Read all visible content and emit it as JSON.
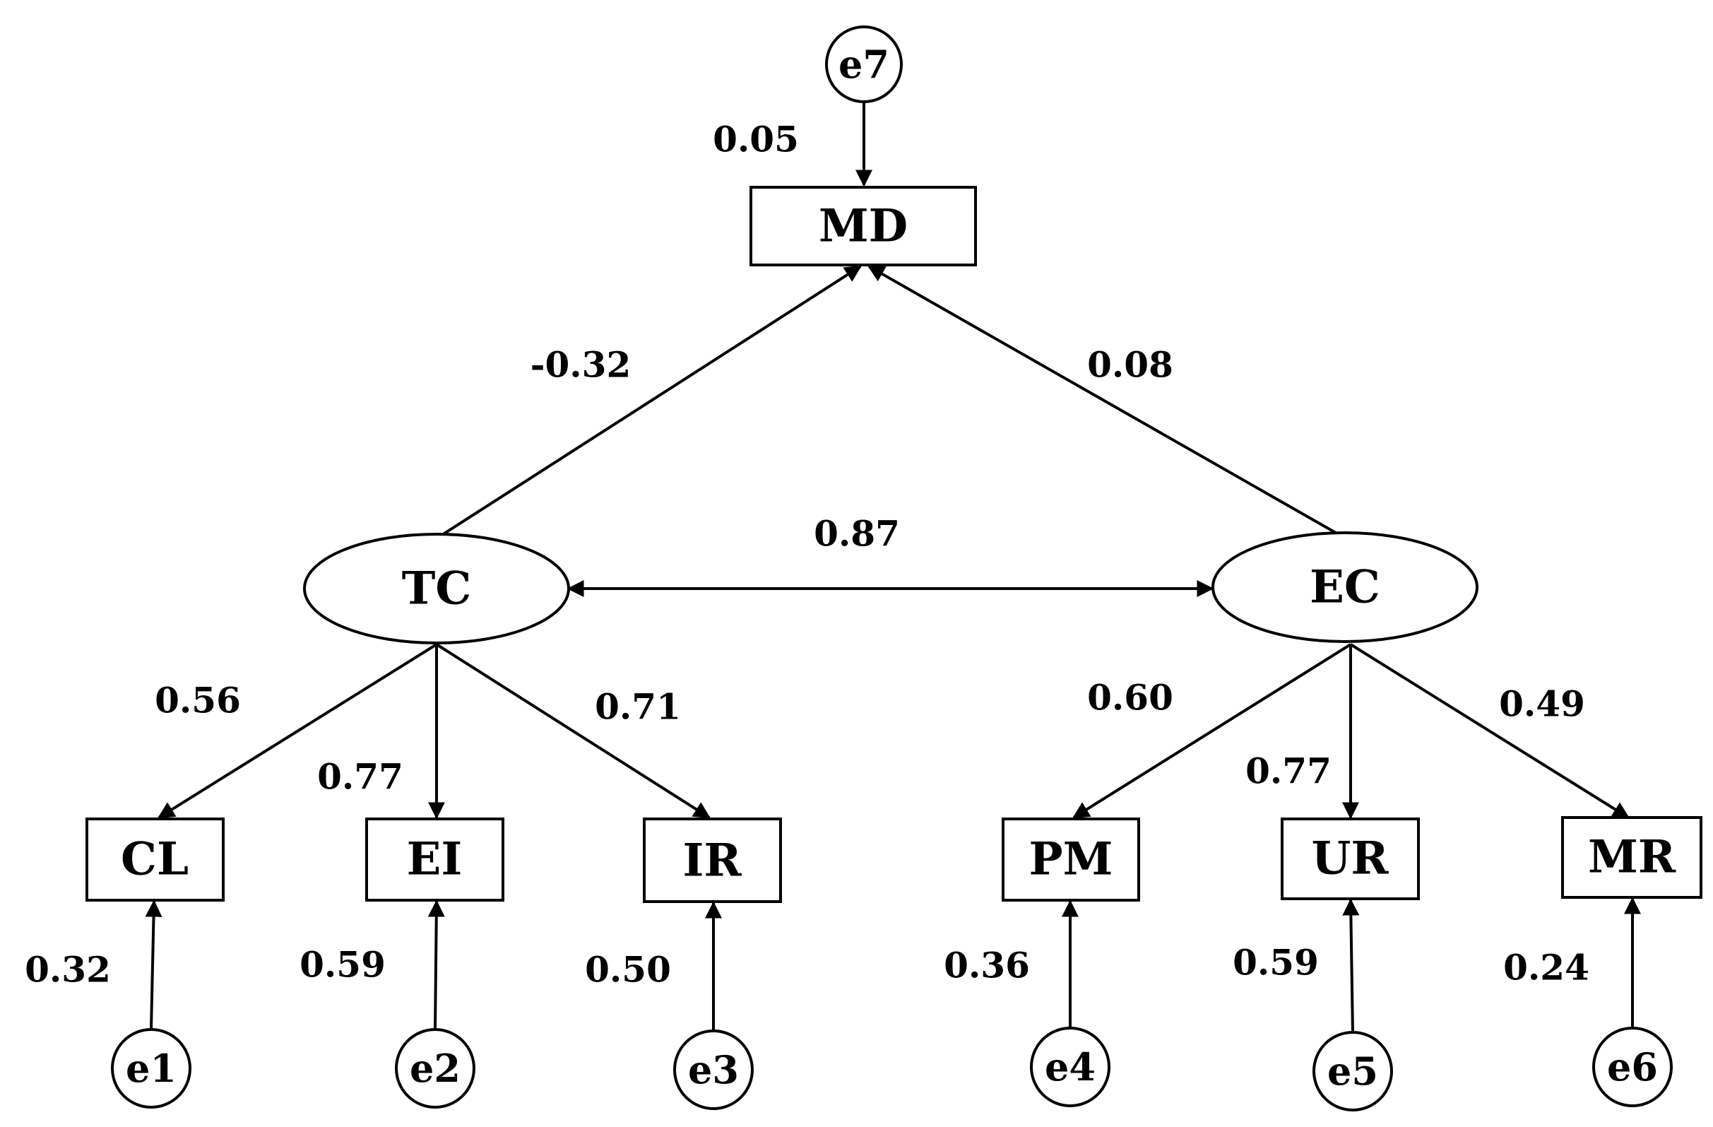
{
  "nodes": {
    "md": "MD",
    "tc": "TC",
    "ec": "EC",
    "cl": "CL",
    "ei": "EI",
    "ir": "IR",
    "pm": "PM",
    "ur": "UR",
    "mr": "MR"
  },
  "errors": {
    "e1": "e1",
    "e2": "e2",
    "e3": "e3",
    "e4": "e4",
    "e5": "e5",
    "e6": "e6",
    "e7": "e7"
  },
  "coefficients": {
    "e7_md": "0.05",
    "tc_md": "-0.32",
    "ec_md": "0.08",
    "tc_ec": "0.87",
    "tc_cl": "0.56",
    "tc_ei": "0.77",
    "tc_ir": "0.71",
    "ec_pm": "0.60",
    "ec_ur": "0.77",
    "ec_mr": "0.49",
    "e1_cl": "0.32",
    "e2_ei": "0.59",
    "e3_ir": "0.50",
    "e4_pm": "0.36",
    "e5_ur": "0.59",
    "e6_mr": "0.24"
  }
}
